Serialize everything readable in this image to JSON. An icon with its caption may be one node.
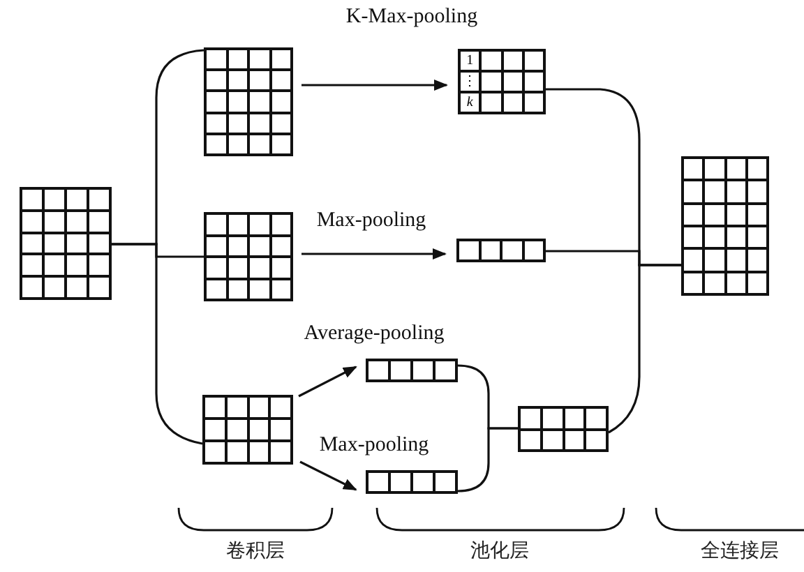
{
  "diagram": {
    "nodes": [
      {
        "text": [],
        "shape": "grid"
      },
      {
        "text": [],
        "shape": "grid"
      },
      {
        "text": [
          "1",
          "⋮",
          "k"
        ]
      },
      {
        "text": [],
        "shape": "grid"
      },
      {
        "text": [],
        "shape": "grid"
      },
      {
        "text": [],
        "shape": "grid"
      },
      {
        "text": [],
        "shape": "grid"
      },
      {
        "text": [],
        "shape": "grid"
      },
      {
        "text": [],
        "shape": "grid"
      },
      {
        "text": [],
        "shape": "grid"
      }
    ],
    "edges": [
      {
        "from": 0,
        "to": 1,
        "arrow": "none"
      },
      {
        "from": 0,
        "to": 3,
        "arrow": "none"
      },
      {
        "from": 0,
        "to": 5,
        "arrow": "none"
      },
      {
        "from": 1,
        "to": 2,
        "arrow": "to",
        "label": "K-Max-pooling"
      },
      {
        "from": 3,
        "to": 4,
        "arrow": "to",
        "label": "Max-pooling"
      },
      {
        "from": 5,
        "to": 6,
        "arrow": "to",
        "label": "Average-pooling"
      },
      {
        "from": 5,
        "to": 7,
        "arrow": "to",
        "label": "Max-pooling"
      },
      {
        "from": 6,
        "to": 8,
        "arrow": "none"
      },
      {
        "from": 7,
        "to": 8,
        "arrow": "none"
      },
      {
        "from": 2,
        "to": 9,
        "arrow": "none"
      },
      {
        "from": 4,
        "to": 9,
        "arrow": "none"
      },
      {
        "from": 8,
        "to": 9,
        "arrow": "none"
      }
    ],
    "labels": [
      "卷积层",
      "池化层",
      "全连接层"
    ]
  }
}
